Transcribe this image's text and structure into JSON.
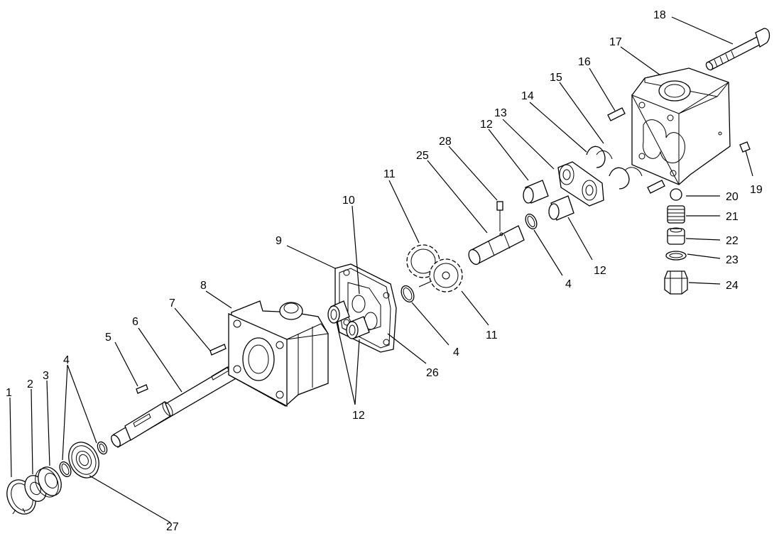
{
  "labels": {
    "l1": "1",
    "l2": "2",
    "l3": "3",
    "l4a": "4",
    "l4b": "4",
    "l4c": "4",
    "l5": "5",
    "l6": "6",
    "l7": "7",
    "l8": "8",
    "l9": "9",
    "l10": "10",
    "l11a": "11",
    "l11b": "11",
    "l12a": "12",
    "l12b": "12",
    "l12c": "12",
    "l13": "13",
    "l14": "14",
    "l15": "15",
    "l16": "16",
    "l17": "17",
    "l18": "18",
    "l19": "19",
    "l20": "20",
    "l21": "21",
    "l22": "22",
    "l23": "23",
    "l24": "24",
    "l25": "25",
    "l26": "26",
    "l27": "27",
    "l28": "28"
  }
}
